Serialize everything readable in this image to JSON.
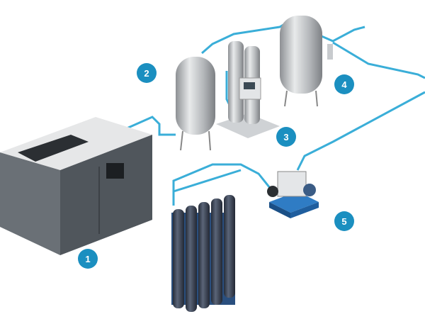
{
  "colors": {
    "badge": "#1b8fc0",
    "pipe": "#3aaed8",
    "steel": "#c4c7ca",
    "compressor": "#5f656b",
    "cylinder": "#3a4456",
    "booster": "#1f5e9e"
  },
  "badges": [
    {
      "label": "1",
      "component": "compressor"
    },
    {
      "label": "2",
      "component": "air-receiver"
    },
    {
      "label": "3",
      "component": "nitrogen-generator"
    },
    {
      "label": "4",
      "component": "nitrogen-receiver"
    },
    {
      "label": "5",
      "component": "booster"
    }
  ]
}
